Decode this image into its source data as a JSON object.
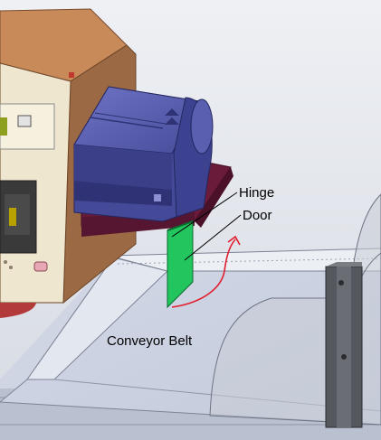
{
  "labels": {
    "hinge": "Hinge",
    "door": "Door",
    "conveyor_belt": "Conveyor Belt"
  },
  "colors": {
    "printer_body": "#4a4f9c",
    "printer_dark": "#2f3375",
    "tray": "#6b1b3a",
    "door": "#22c55e",
    "arrow": "#e11d2e",
    "cabinet_top": "#c98a5a",
    "cabinet_panel": "#efe6cf"
  },
  "icons": {
    "motion_arrow": "curved-arrow-up-icon"
  }
}
